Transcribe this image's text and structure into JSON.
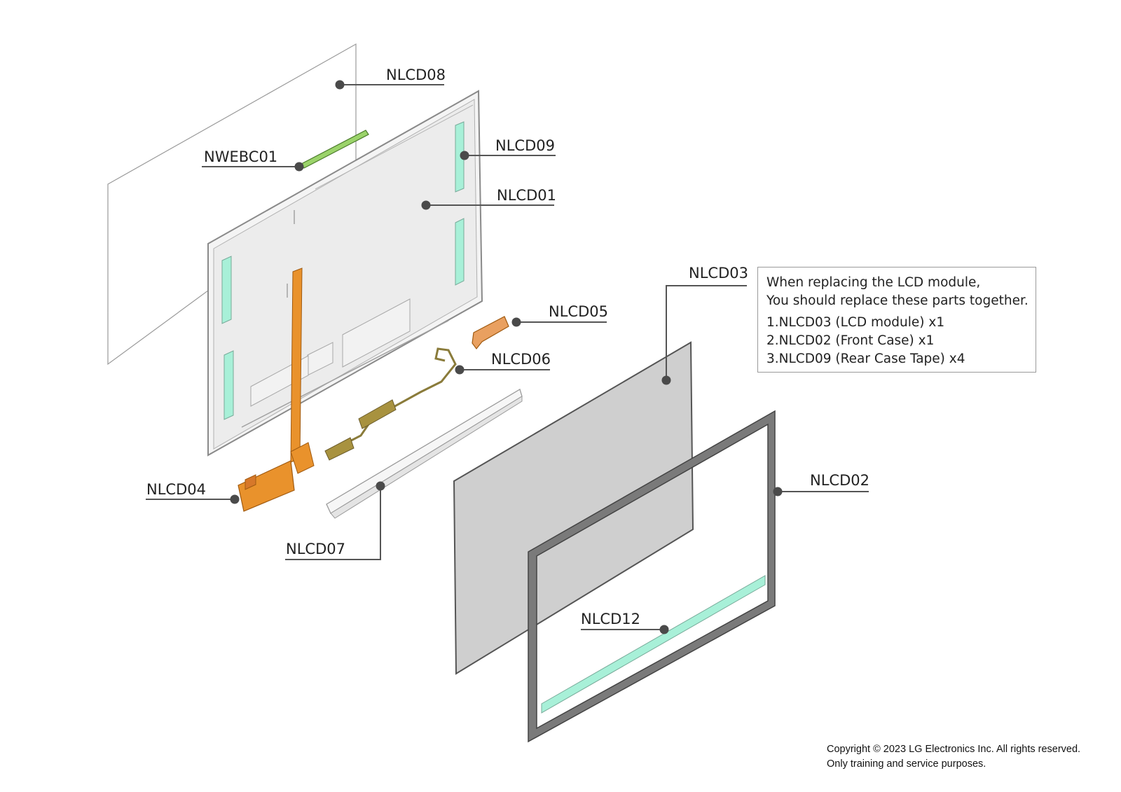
{
  "callouts": {
    "nlcd08": "NLCD08",
    "nwebc01": "NWEBC01",
    "nlcd09": "NLCD09",
    "nlcd01": "NLCD01",
    "nlcd03": "NLCD03",
    "nlcd05": "NLCD05",
    "nlcd06": "NLCD06",
    "nlcd04": "NLCD04",
    "nlcd07": "NLCD07",
    "nlcd02": "NLCD02",
    "nlcd12": "NLCD12"
  },
  "note": {
    "line1": "When replacing the LCD module,",
    "line2": "You should replace these parts together.",
    "items": [
      "1.NLCD03 (LCD module) x1",
      "2.NLCD02 (Front Case) x1",
      "3.NLCD09 (Rear Case Tape) x4"
    ]
  },
  "copyright": {
    "line1": "Copyright © 2023 LG Electronics Inc. All rights reserved.",
    "line2": "Only training and service purposes."
  },
  "colors": {
    "tape": "#a8f0d8",
    "flex_cable": "#e9922c",
    "webcam_board": "#9bd36a",
    "antenna": "#8a7b3a",
    "lcd_panel": "#cfcfcf",
    "rear_case": "#ececec",
    "bezel": "#7a7a7a"
  }
}
